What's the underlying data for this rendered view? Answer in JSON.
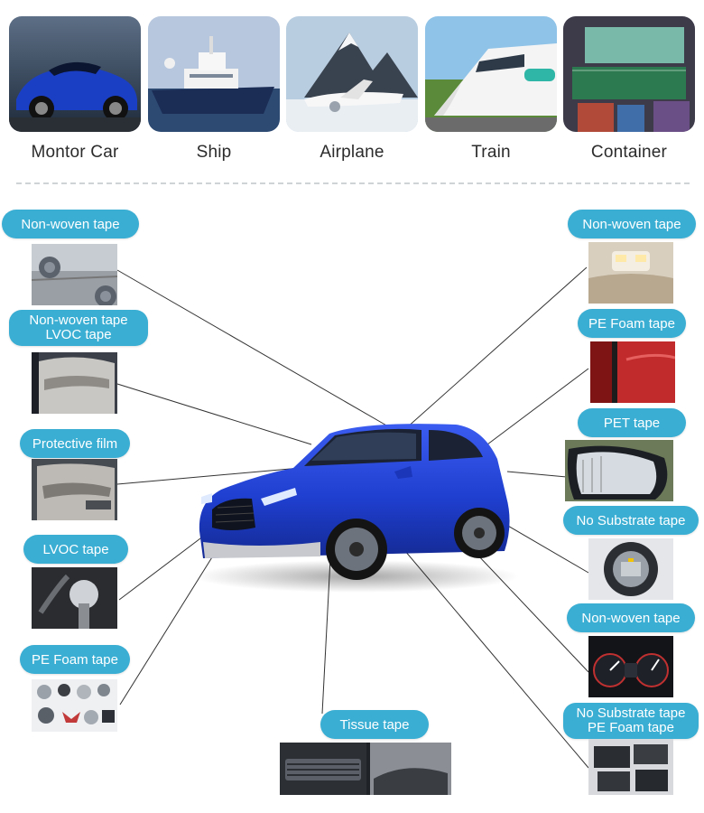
{
  "industries": [
    {
      "label": "Montor Car"
    },
    {
      "label": "Ship"
    },
    {
      "label": "Airplane"
    },
    {
      "label": "Train"
    },
    {
      "label": "Container"
    }
  ],
  "tapes": {
    "left": [
      {
        "label": "Non-woven tape"
      },
      {
        "label1": "Non-woven tape",
        "label2": "LVOC tape"
      },
      {
        "label": "Protective film"
      },
      {
        "label": "LVOC tape"
      },
      {
        "label": "PE Foam tape"
      }
    ],
    "right": [
      {
        "label": "Non-woven tape"
      },
      {
        "label": "PE Foam tape"
      },
      {
        "label": "PET tape"
      },
      {
        "label": "No Substrate tape"
      },
      {
        "label": "Non-woven tape"
      },
      {
        "label1": "No Substrate tape",
        "label2": "PE Foam tape"
      }
    ],
    "bottom": {
      "label": "Tissue tape"
    }
  },
  "colors": {
    "pill": "#3aaed3",
    "car_body": "#1f3fd0",
    "connector": "#333333"
  }
}
